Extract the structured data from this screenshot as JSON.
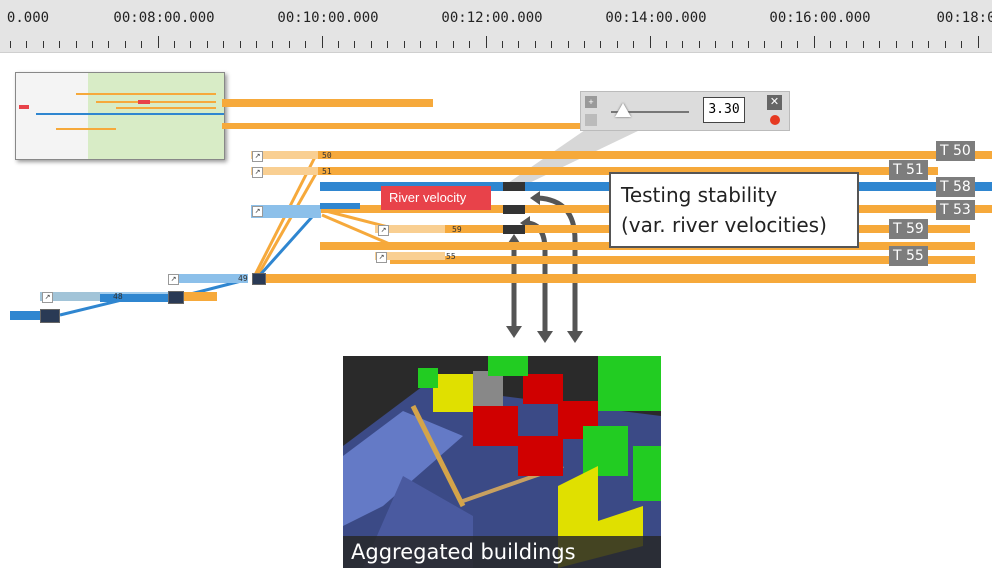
{
  "ruler": {
    "time_labels": [
      "0.000",
      "00:08:00.000",
      "00:10:00.000",
      "00:12:00.000",
      "00:14:00.000",
      "00:16:00.000",
      "00:18:0"
    ]
  },
  "branch_numbers": {
    "b48": "48",
    "b49": "49",
    "b50": "50",
    "b51": "51",
    "b59": "59",
    "b55": "55"
  },
  "track_tags": {
    "t50": "T 50",
    "t51": "T 51",
    "t58": "T 58",
    "t53": "T 53",
    "t59": "T 59",
    "t55": "T 55"
  },
  "parameter_panel": {
    "value": "3.30",
    "close_glyph": "✕"
  },
  "callouts": {
    "river_velocity": "River velocity",
    "testing_line1": "Testing stability",
    "testing_line2": "(var. river velocities)",
    "aggregated": "Aggregated buildings"
  },
  "colors": {
    "orange": "#f6a93b",
    "blue": "#2f86d0",
    "red": "#e8424a",
    "tag_gray": "#7d7d7d"
  }
}
